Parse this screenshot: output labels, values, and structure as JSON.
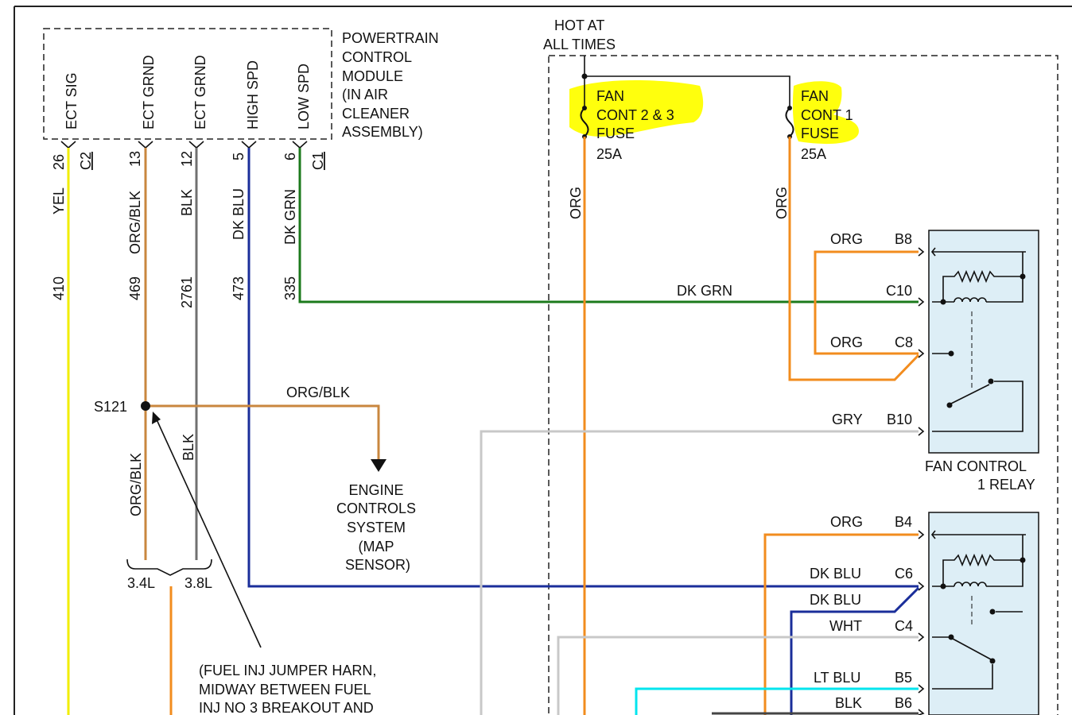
{
  "pcm": {
    "title": [
      "POWERTRAIN",
      "CONTROL",
      "MODULE",
      "(IN AIR",
      "CLEANER",
      "ASSEMBLY)"
    ],
    "pins": [
      {
        "name": "ECT SIG",
        "pin": "26",
        "color": "YEL",
        "circuit": "410",
        "wire_hex": "#f2ee00"
      },
      {
        "name": "ECT GRND",
        "pin": "13",
        "color": "ORG/BLK",
        "circuit": "469",
        "wire_hex": "#c9873f"
      },
      {
        "name": "ECT GRND",
        "pin": "12",
        "color": "BLK",
        "circuit": "2761",
        "wire_hex": "#707070"
      },
      {
        "name": "HIGH SPD",
        "pin": "5",
        "color": "DK BLU",
        "circuit": "473",
        "wire_hex": "#1a2e9a"
      },
      {
        "name": "LOW SPD",
        "pin": "6",
        "color": "DK GRN",
        "circuit": "335",
        "wire_hex": "#1b7a1b"
      }
    ],
    "connectors": [
      "C2",
      "C1"
    ]
  },
  "power": {
    "hot_label": [
      "HOT AT",
      "ALL TIMES"
    ],
    "fuses": [
      {
        "lines": [
          "FAN",
          "CONT 2 & 3",
          "FUSE"
        ],
        "rating": "25A",
        "wire_color": "ORG"
      },
      {
        "lines": [
          "FAN",
          "CONT 1",
          "FUSE"
        ],
        "rating": "25A",
        "wire_color": "ORG"
      }
    ],
    "highlight_hex": "#ffff00"
  },
  "splice": {
    "id": "S121",
    "branch_color": "ORG/BLK",
    "down_colors": [
      "ORG/BLK",
      "BLK"
    ],
    "engines": [
      "3.4L",
      "3.8L"
    ],
    "note": [
      "(FUEL INJ JUMPER HARN,",
      "MIDWAY BETWEEN FUEL",
      "INJ NO 3 BREAKOUT AND"
    ]
  },
  "engine_controls": [
    "ENGINE",
    "CONTROLS",
    "SYSTEM",
    "(MAP",
    "SENSOR)"
  ],
  "relay1": {
    "label": [
      "FAN CONTROL",
      "1 RELAY"
    ],
    "pins": [
      {
        "color": "ORG",
        "pin": "B8"
      },
      {
        "color": "DK GRN",
        "pin": "C10"
      },
      {
        "color": "ORG",
        "pin": "C8"
      },
      {
        "color": "GRY",
        "pin": "B10"
      }
    ]
  },
  "relay2": {
    "pins": [
      {
        "color": "ORG",
        "pin": "B4"
      },
      {
        "color": "DK BLU",
        "pin": "C6"
      },
      {
        "color": "DK BLU",
        "pin": ""
      },
      {
        "color": "WHT",
        "pin": "C4"
      },
      {
        "color": "LT BLU",
        "pin": "B5"
      },
      {
        "color": "BLK",
        "pin": "B6"
      }
    ]
  },
  "wire_colors": {
    "orange": "#f28c1e",
    "gray": "#c8c8c8",
    "light_blue": "#00e5ee",
    "dark_blue": "#1a2e9a",
    "dark_green": "#1b7a1b",
    "black": "#444444"
  }
}
